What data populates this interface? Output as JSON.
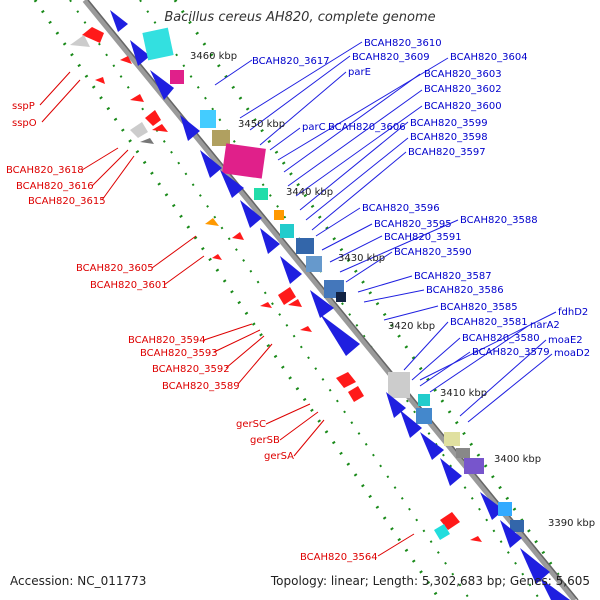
{
  "title": "Bacillus cereus AH820, complete genome",
  "footer": {
    "accession": "Accession: NC_011773",
    "topology": "Topology: linear; Length: 5,302,683 bp; Genes: 5,605"
  },
  "colors": {
    "background": "#ffffff",
    "backbone": "#888888",
    "forward_gene": "#1f1fe0",
    "reverse_gene": "#ff1a1a",
    "forward_label": "#0000cc",
    "reverse_label": "#dd0000",
    "tick_dots": "#1a8a1a",
    "scale_text": "#222222"
  },
  "scale_labels": [
    "3460 kbp",
    "3450 kbp",
    "3440 kbp",
    "3430 kbp",
    "3420 kbp",
    "3410 kbp",
    "3400 kbp",
    "3390 kbp"
  ],
  "forward_labels": [
    "BCAH820_3617",
    "BCAH820_3610",
    "BCAH820_3609",
    "parE",
    "BCAH820_3604",
    "BCAH820_3603",
    "BCAH820_3602",
    "BCAH820_3600",
    "parC",
    "BCAH820_3606",
    "BCAH820_3599",
    "BCAH820_3598",
    "BCAH820_3597",
    "BCAH820_3596",
    "BCAH820_3588",
    "BCAH820_3595",
    "BCAH820_3591",
    "BCAH820_3590",
    "BCAH820_3587",
    "BCAH820_3586",
    "BCAH820_3585",
    "fdhD2",
    "BCAH820_3581",
    "narA2",
    "BCAH820_3580",
    "moaE2",
    "BCAH820_3579",
    "moaD2"
  ],
  "reverse_labels": [
    "sspP",
    "sspO",
    "BCAH820_3618",
    "BCAH820_3616",
    "BCAH820_3615",
    "BCAH820_3605",
    "BCAH820_3601",
    "BCAH820_3594",
    "BCAH820_3593",
    "BCAH820_3592",
    "BCAH820_3589",
    "gerSC",
    "gerSB",
    "gerSA",
    "BCAH820_3564"
  ]
}
